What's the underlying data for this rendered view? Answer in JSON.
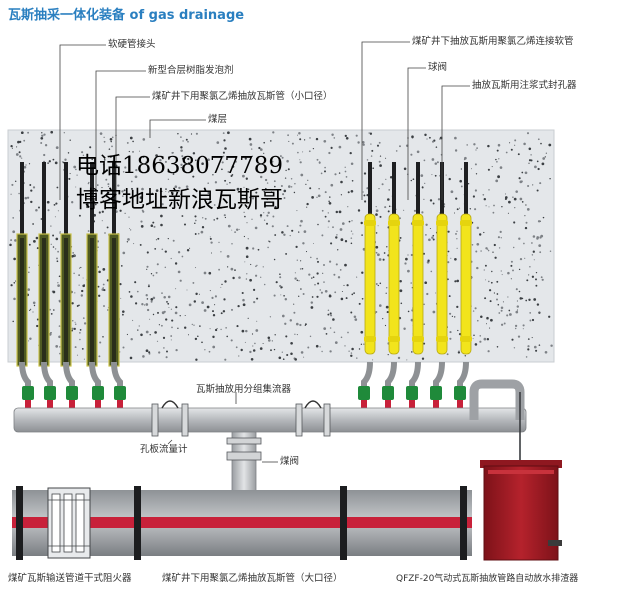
{
  "title": "瓦斯抽采一体化装备 of gas drainage",
  "overlay": {
    "phone": "电话18638077789",
    "blog": "博客地址新浪瓦斯哥"
  },
  "labels": {
    "soft_hard_joint": "软硬管接头",
    "resin_foam": "新型合层树脂发泡剂",
    "pvc_small_pipe": "煤矿井下用聚氯乙烯抽放瓦斯管（小口径）",
    "coal_seam": "煤层",
    "pvc_hose": "煤矿井下抽放瓦斯用聚氯乙烯连接软管",
    "ball_valve": "球阀",
    "grout_sealer": "抽放瓦斯用注浆式封孔器",
    "collector": "瓦斯抽放用分组集流器",
    "orifice_meter": "孔板流量计",
    "coal_valve": "煤阀",
    "flame_arrester": "煤矿瓦斯输送管道干式阻火器",
    "pvc_large_pipe": "煤矿井下用聚氯乙烯抽放瓦斯管（大口径）",
    "water_drainer": "QFZF-20气动式瓦斯抽放管路自动放水排渣器"
  },
  "colors": {
    "title": "#2a7fc0",
    "pipe_gray": "#b9bcc0",
    "pipe_red": "#c8213a",
    "valve_green": "#1f8a3a",
    "sealer_yellow": "#f2e41c",
    "drainer_red": "#a81c26",
    "coal_bg": "#dfe2e6"
  }
}
